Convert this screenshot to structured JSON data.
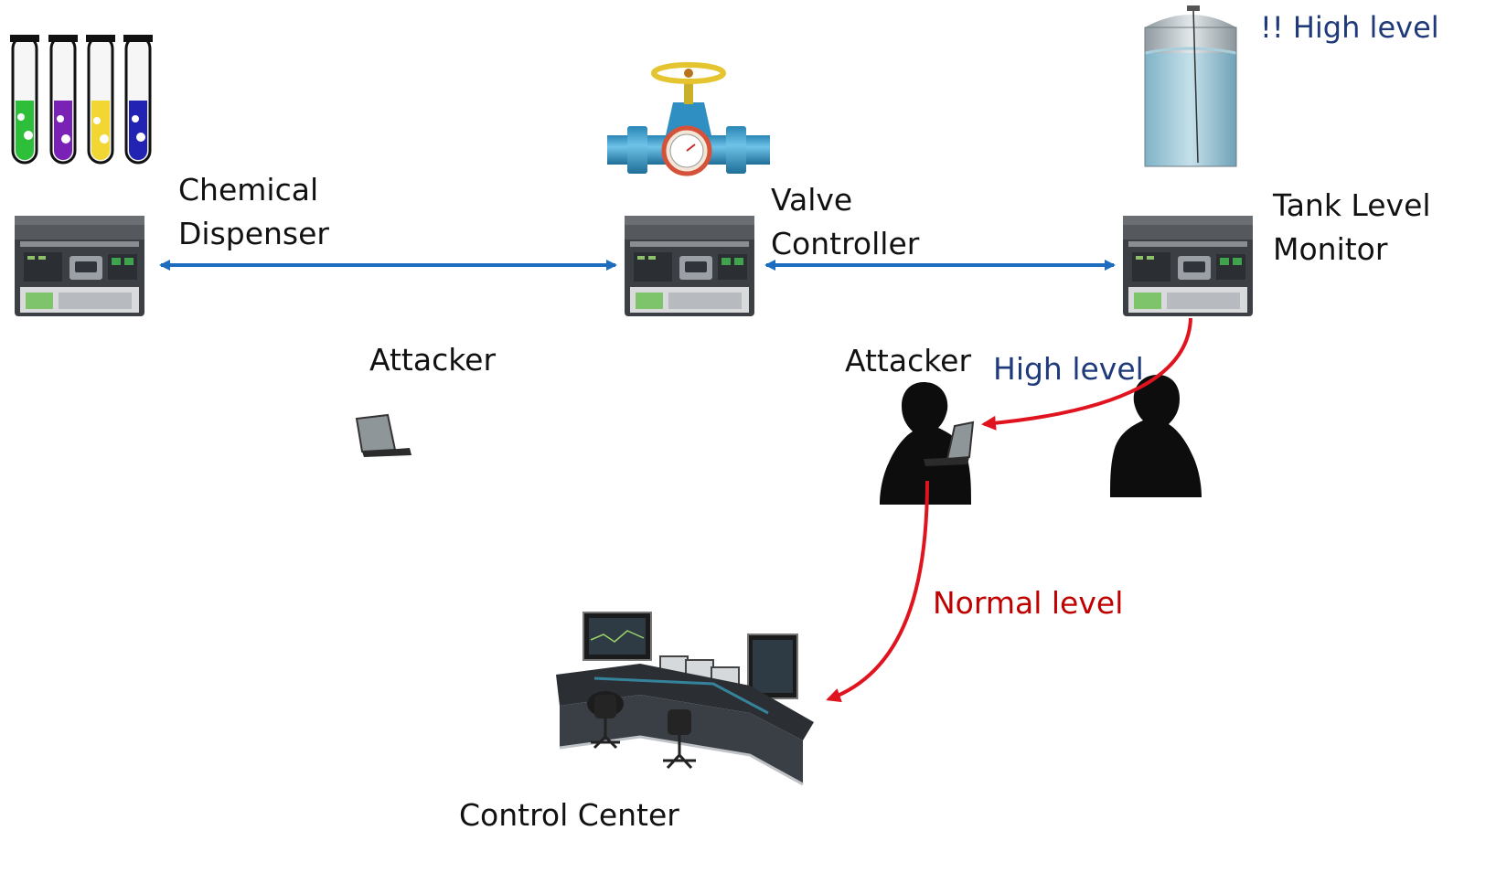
{
  "diagram": {
    "chemical_dispenser": {
      "line1": "Chemical",
      "line2": "Dispenser"
    },
    "valve_controller": {
      "line1": "Valve",
      "line2": "Controller"
    },
    "tank_level_monitor": {
      "line1": "Tank Level",
      "line2": "Monitor"
    },
    "tank_alert": "!! High level",
    "attacker_left": "Attacker",
    "attacker_right": "Attacker",
    "message_from_tank": "High level",
    "message_to_control": "Normal level",
    "control_center": "Control Center"
  },
  "colors": {
    "link_arrow": "#1c6dbf",
    "attack_arrow": "#e0141e",
    "alert_text": "#1f3a7a",
    "spoofed_text": "#c00000",
    "tube_colors": [
      "#2dbf3a",
      "#7a22b5",
      "#f2d633",
      "#2323b3"
    ]
  },
  "icons": {
    "plc": "plc-device-icon",
    "valve": "valve-icon",
    "tank": "tank-icon",
    "test_tubes": "test-tubes-icon",
    "attacker": "hacker-with-laptop-icon",
    "control_center": "control-room-console-icon"
  }
}
